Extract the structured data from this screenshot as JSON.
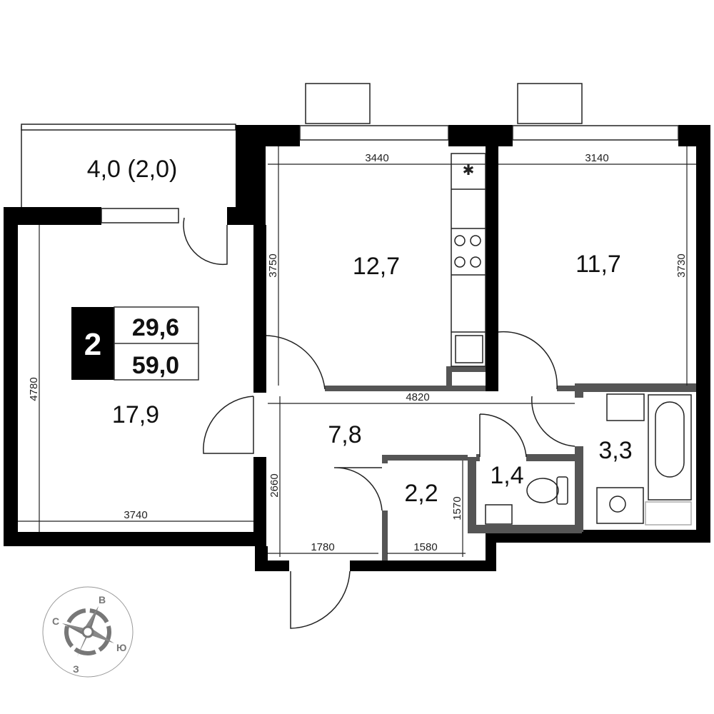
{
  "apartment": {
    "rooms_count": "2",
    "living_area": "29,6",
    "total_area": "59,0"
  },
  "rooms": {
    "balcony": "4,0 (2,0)",
    "kitchen": "12,7",
    "bedroom": "11,7",
    "living_room": "17,9",
    "hallway": "7,8",
    "storage": "2,2",
    "toilet": "1,4",
    "bathroom": "3,3"
  },
  "dimensions": {
    "kitchen_width": "3440",
    "kitchen_depth": "3750",
    "bedroom_width": "3140",
    "bedroom_depth": "3730",
    "living_depth": "4780",
    "living_width": "3740",
    "hall_length": "4820",
    "hall_depth": "2660",
    "entry_width": "1780",
    "storage_width": "1580",
    "storage_depth": "1570"
  },
  "compass": {
    "north": "С",
    "east": "В",
    "south": "Ю",
    "west": "З"
  },
  "colors": {
    "wall": "#000000",
    "partition": "#555555",
    "compass": "#777777"
  }
}
